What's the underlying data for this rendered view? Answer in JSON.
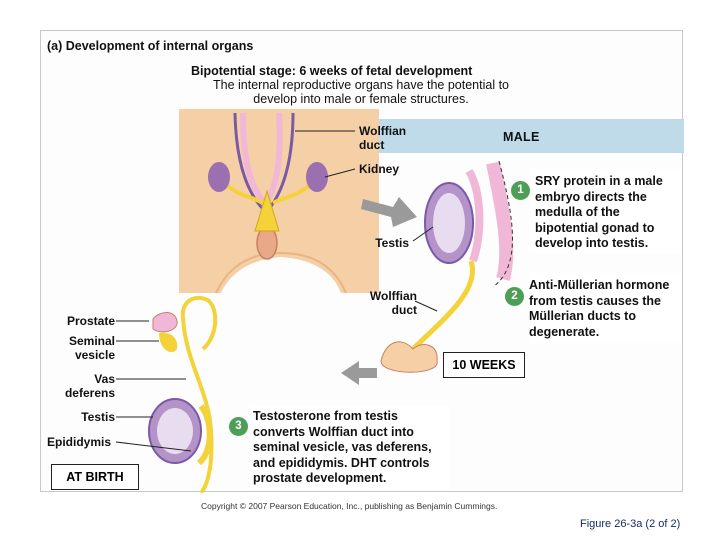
{
  "panel_title": "(a) Development of internal organs",
  "stage_title": "Bipotential stage: 6 weeks of fetal development",
  "stage_subtitle": "The internal reproductive organs have the potential to develop into male or female structures.",
  "labels": {
    "wolffian_duct_top": "Wolffian duct",
    "kidney": "Kidney",
    "male": "MALE",
    "testis_mid": "Testis",
    "wolffian_duct_mid": "Wolffian duct",
    "prostate": "Prostate",
    "seminal_vesicle": "Seminal vesicle",
    "vas_deferens": "Vas deferens",
    "testis_bottom": "Testis",
    "epididymis": "Epididymis",
    "ten_weeks": "10 WEEKS",
    "at_birth": "AT BIRTH"
  },
  "steps": [
    {
      "number": "1",
      "text": "SRY protein in a male embryo directs the medulla of the bipotential gonad to develop into testis."
    },
    {
      "number": "2",
      "text": "Anti-Müllerian hormone from testis causes the Müllerian ducts to degenerate."
    },
    {
      "number": "3",
      "text": "Testosterone from testis converts Wolffian duct into seminal vesicle, vas deferens, and epididymis. DHT controls prostate development."
    }
  ],
  "copyright": "Copyright © 2007 Pearson Education, Inc., publishing as Benjamin Cummings.",
  "figure_caption": "Figure 26-3a (2 of 2)",
  "colors": {
    "skin": "#f5cfa6",
    "duct_yellow": "#f4d23a",
    "kidney_purple": "#9c6fb0",
    "mullerian_pink": "#f0b8d6",
    "male_banner": "#bfdbea",
    "step_green": "#4d9f58",
    "arrow_gray": "#9a9a9a"
  }
}
